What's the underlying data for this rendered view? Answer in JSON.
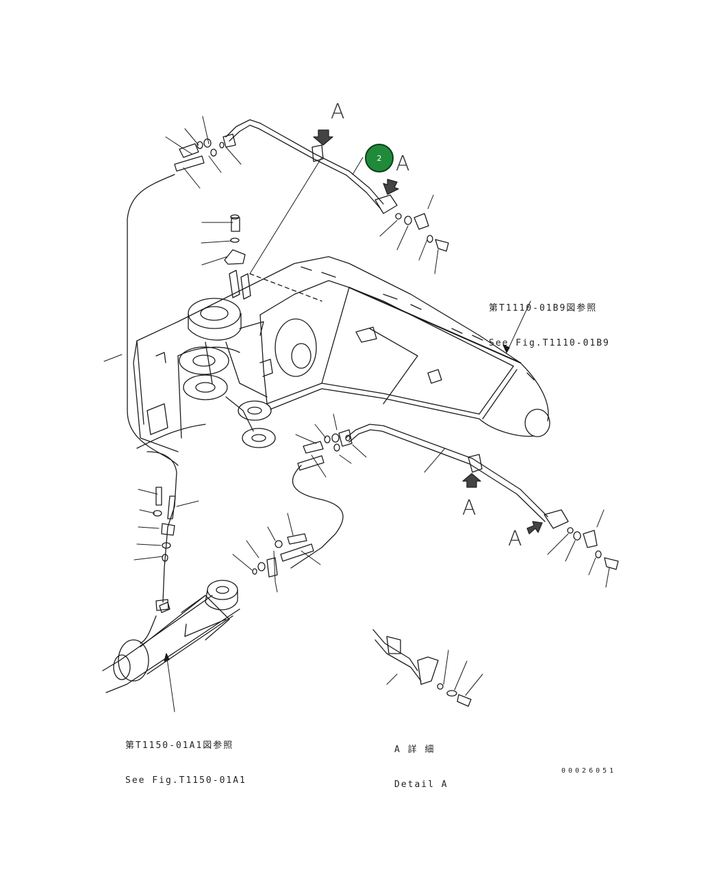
{
  "view_labels": {
    "a_top_left": "A",
    "a_top_right": "A",
    "a_mid_right": "A",
    "a_lower_right": "A"
  },
  "callout": {
    "number": "2",
    "color": "#1f8a3a"
  },
  "references": {
    "upper_jp": "第T1110-01B9図参照",
    "upper_en": "See Fig.T1110-01B9",
    "lower_jp": "第T1150-01A1図参照",
    "lower_en": "See Fig.T1150-01A1"
  },
  "detail": {
    "jp": "A 詳 細",
    "en": "Detail A"
  },
  "document_number": "00026051"
}
